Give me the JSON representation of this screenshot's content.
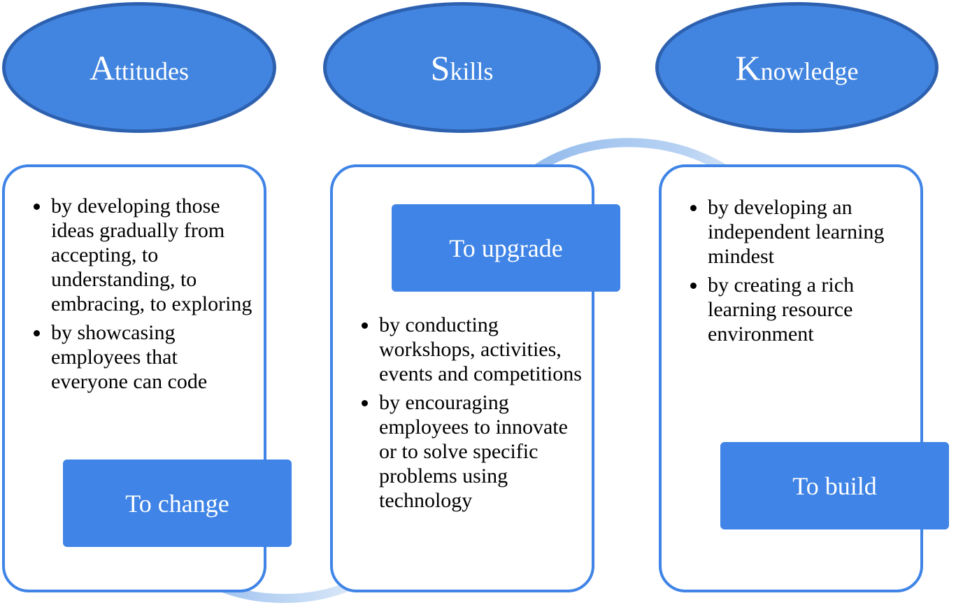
{
  "columns": [
    {
      "heading_initial": "A",
      "heading_rest": "ttitudes",
      "action": "To change",
      "bullets": [
        "by developing those ideas gradually from accepting, to understanding, to embracing, to exploring",
        "by showcasing employees that everyone can code"
      ]
    },
    {
      "heading_initial": "S",
      "heading_rest": "kills",
      "action": "To upgrade",
      "bullets": [
        "by conducting workshops, activities, events and competitions",
        "by encouraging employees to innovate or to solve specific problems using technology"
      ]
    },
    {
      "heading_initial": "K",
      "heading_rest": "nowledge",
      "action": "To build",
      "bullets": [
        "by developing an independent learning mindest",
        "by creating a rich learning resource environment"
      ]
    }
  ],
  "colors": {
    "oval_fill": "#4285e0",
    "oval_border": "#2d61b0",
    "panel_border": "#3f84e6",
    "tag_fill": "#3f84e6",
    "arrow": "#a9c9f0"
  }
}
